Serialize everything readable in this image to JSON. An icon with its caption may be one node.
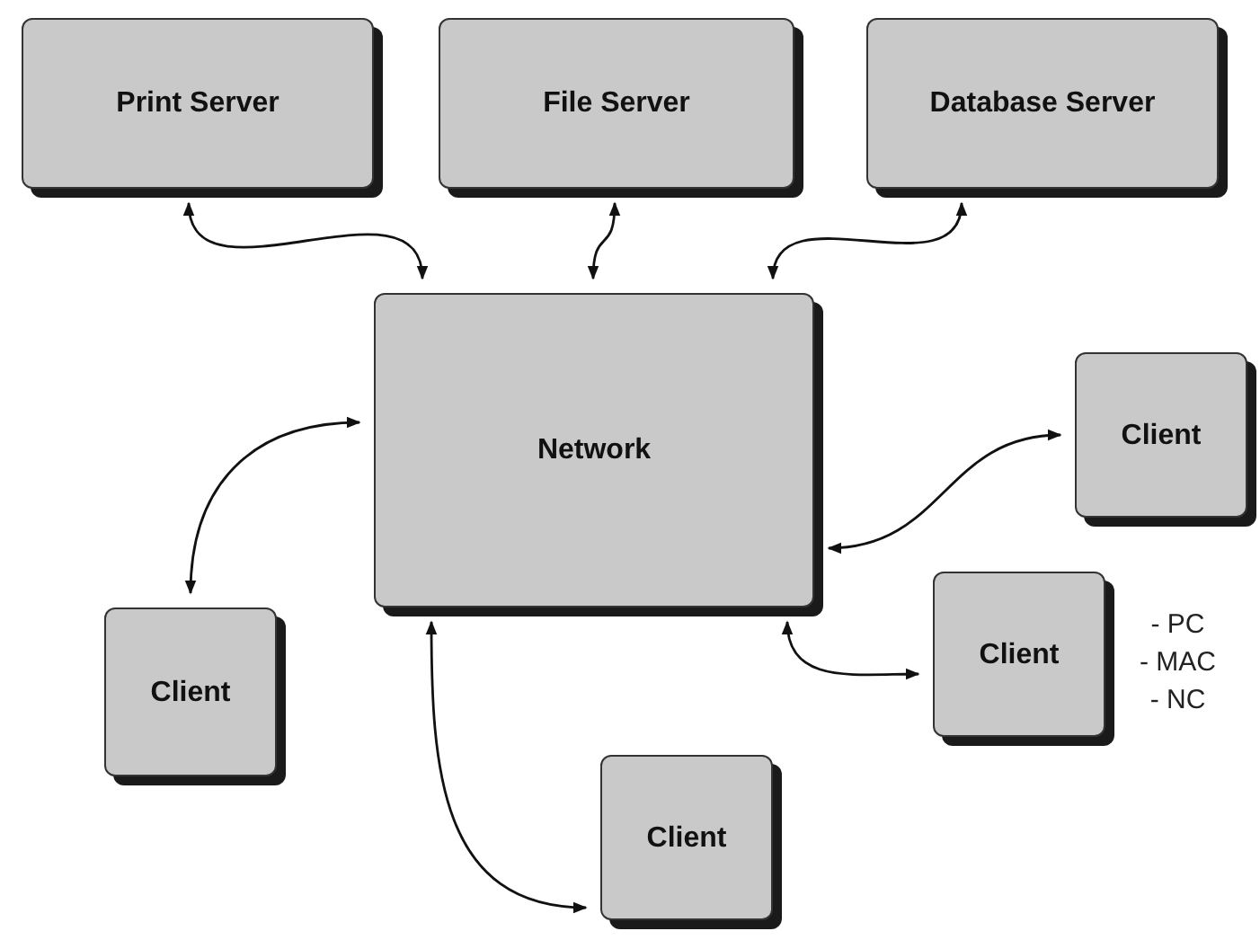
{
  "diagram": {
    "nodes": [
      {
        "text": [
          "Print Server"
        ]
      },
      {
        "text": [
          "File Server"
        ]
      },
      {
        "text": [
          "Database Server"
        ]
      },
      {
        "text": [
          "Network"
        ]
      },
      {
        "text": [
          "Client"
        ]
      },
      {
        "text": [
          "Client"
        ],
        "beside": [
          "- PC",
          "- MAC",
          "- NC"
        ]
      },
      {
        "text": [
          "Client"
        ]
      },
      {
        "text": [
          "Client"
        ]
      }
    ],
    "edges": [
      {
        "from": 0,
        "to": 3,
        "arrow": "both"
      },
      {
        "from": 1,
        "to": 3,
        "arrow": "both"
      },
      {
        "from": 2,
        "to": 3,
        "arrow": "both"
      },
      {
        "from": 3,
        "to": 6,
        "arrow": "both"
      },
      {
        "from": 3,
        "to": 4,
        "arrow": "both"
      },
      {
        "from": 3,
        "to": 5,
        "arrow": "both"
      },
      {
        "from": 3,
        "to": 7,
        "arrow": "both"
      }
    ]
  }
}
